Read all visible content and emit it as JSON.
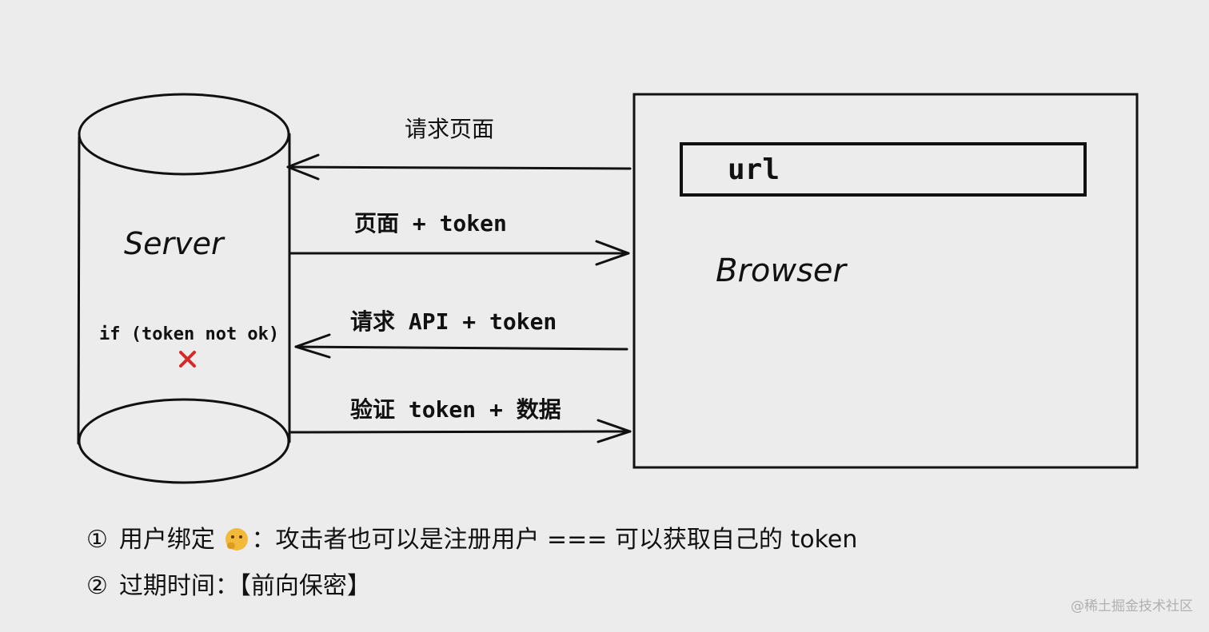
{
  "server": {
    "label": "Server",
    "condition": "if (token not ok)",
    "reject_icon": "cross-icon"
  },
  "browser": {
    "label": "Browser",
    "url_bar": "url"
  },
  "arrows": [
    {
      "label": "请求页面",
      "direction": "browser-to-server"
    },
    {
      "label": "页面 + token",
      "direction": "server-to-browser"
    },
    {
      "label": "请求 API + token",
      "direction": "browser-to-server"
    },
    {
      "label": "验证 token + 数据",
      "direction": "server-to-browser"
    }
  ],
  "notes": [
    {
      "mark": "①",
      "before_emoji": "用户绑定",
      "emoji": "thinking-face-icon",
      "after_emoji": "：攻击者也可以是注册用户 === 可以获取自己的 token"
    },
    {
      "mark": "②",
      "text": "过期时间：【前向保密】"
    }
  ],
  "watermark": "@稀土掘金技术社区",
  "colors": {
    "background": "#ececec",
    "stroke": "#111111",
    "reject": "#d62828"
  }
}
